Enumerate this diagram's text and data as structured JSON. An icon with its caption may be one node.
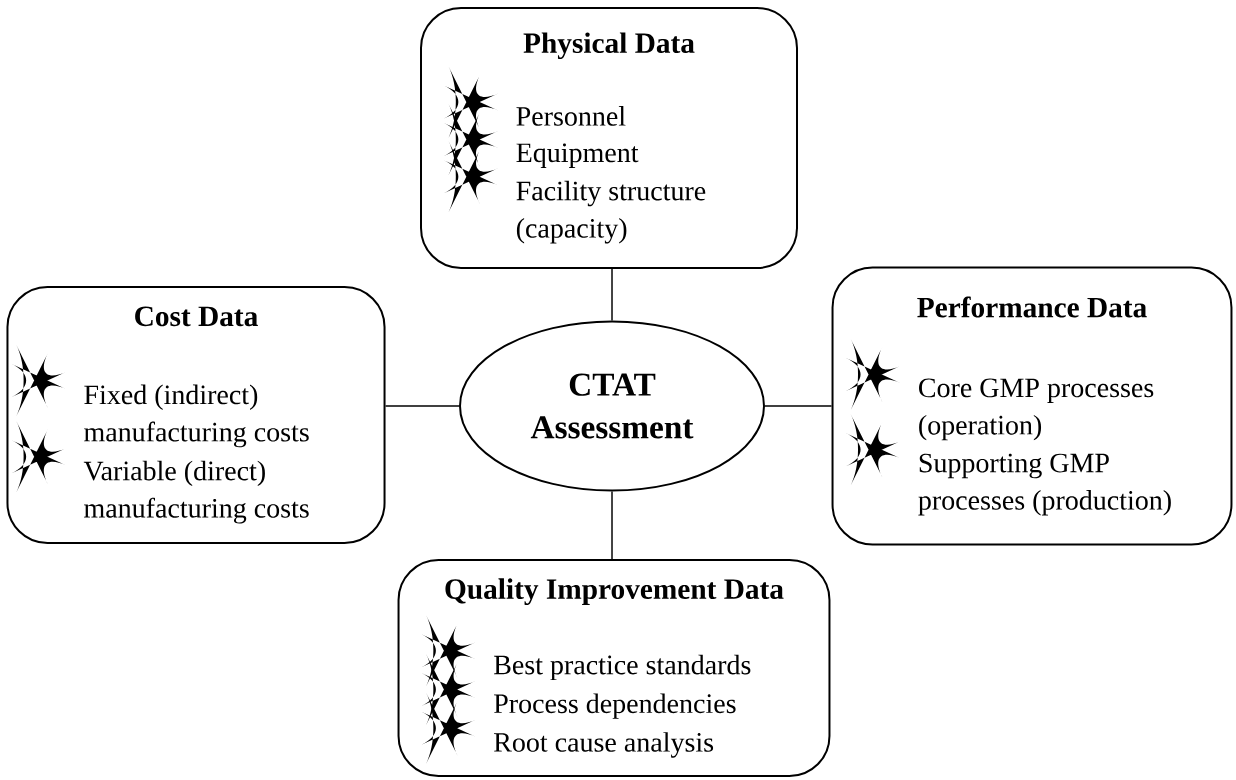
{
  "diagram": {
    "nodes": [
      {
        "text": [
          "Physical Data",
          "Personnel",
          "Equipment",
          "Facility structure (capacity)"
        ]
      },
      {
        "text": [
          "Cost Data",
          "Fixed (indirect) manufacturing costs",
          "Variable (direct) manufacturing costs"
        ]
      },
      {
        "text": [
          "Performance Data",
          "Core GMP processes (operation)",
          "Supporting GMP processes (production)"
        ]
      },
      {
        "text": [
          "Quality Improvement Data",
          "Best practice standards",
          "Process dependencies",
          "Root cause analysis"
        ]
      },
      {
        "text": [
          "CTAT Assessment"
        ]
      }
    ],
    "edges": [
      {
        "from": 4,
        "to": 0,
        "arrow": "none"
      },
      {
        "from": 4,
        "to": 1,
        "arrow": "none"
      },
      {
        "from": 4,
        "to": 2,
        "arrow": "none"
      },
      {
        "from": 4,
        "to": 3,
        "arrow": "none"
      }
    ]
  }
}
